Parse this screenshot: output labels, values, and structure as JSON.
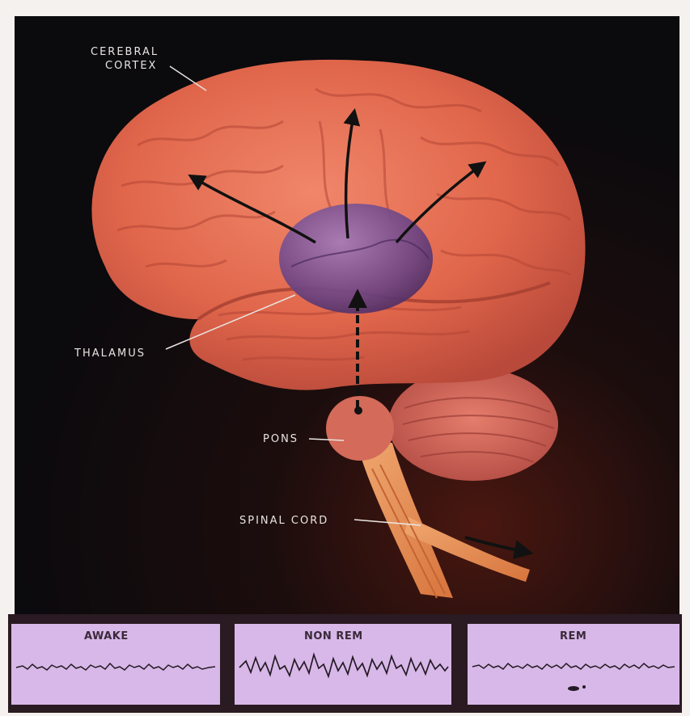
{
  "labels": {
    "cerebral_cortex_line1": "CEREBRAL",
    "cerebral_cortex_line2": "CORTEX",
    "thalamus": "THALAMUS",
    "pons": "PONS",
    "spinal_cord": "SPINAL CORD"
  },
  "eeg_panels": {
    "awake": "AWAKE",
    "non_rem": "NON REM",
    "rem": "REM"
  },
  "colors": {
    "background": "#0d0b0e",
    "brain": "#e2674c",
    "thalamus": "#7b4f8e",
    "eeg_panel": "#d6b6e6",
    "arrow": "#111111"
  }
}
